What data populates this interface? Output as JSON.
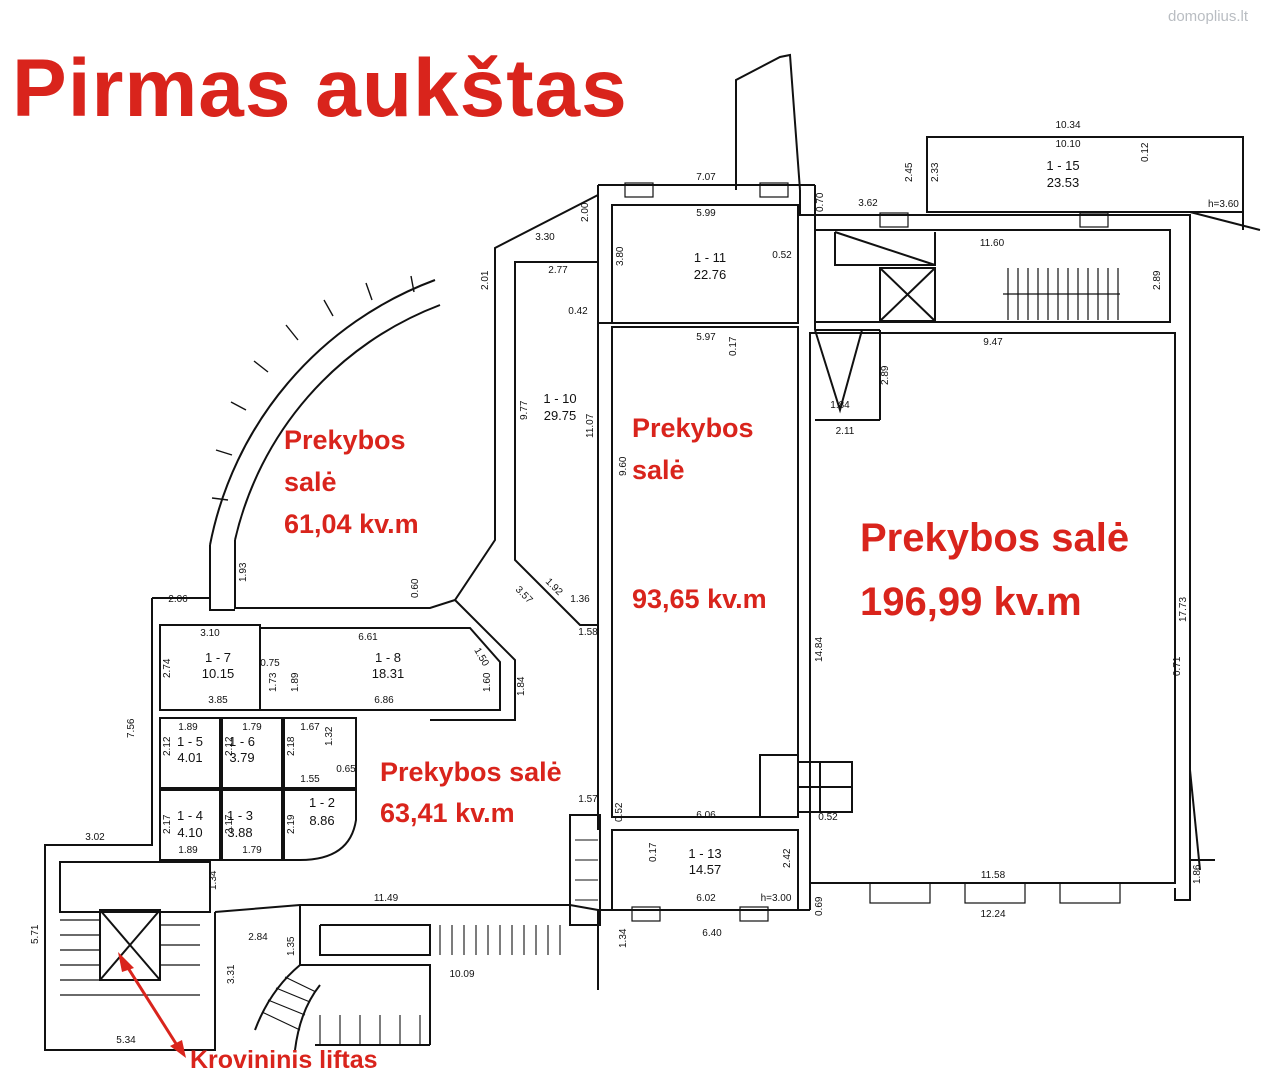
{
  "title": "Pirmas aukštas",
  "watermark": "domoplius.lt",
  "accent_color": "#d9241c",
  "labels": {
    "hall_61_name": "Prekybos",
    "hall_61_name2": "salė",
    "hall_61_area": "61,04 kv.m",
    "hall_93_name": "Prekybos",
    "hall_93_name2": "salė",
    "hall_93_area": "93,65 kv.m",
    "hall_196_name": "Prekybos salė",
    "hall_196_area": "196,99 kv.m",
    "hall_63_name": "Prekybos salė",
    "hall_63_area": "63,41 kv.m",
    "lift": "Krovininis liftas"
  },
  "rooms": [
    {
      "id": "1 - 15",
      "area": "23.53"
    },
    {
      "id": "1 - 11",
      "area": "22.76"
    },
    {
      "id": "1 - 10",
      "area": "29.75"
    },
    {
      "id": "1 - 7",
      "area": "10.15"
    },
    {
      "id": "1 - 8",
      "area": "18.31"
    },
    {
      "id": "1 - 5",
      "area": "4.01"
    },
    {
      "id": "1 - 6",
      "area": "3.79"
    },
    {
      "id": "1 - 4",
      "area": "4.10"
    },
    {
      "id": "1 - 3",
      "area": "3.88"
    },
    {
      "id": "1 - 2",
      "area": "8.86"
    },
    {
      "id": "1 - 13",
      "area": "14.57"
    }
  ],
  "dimensions": [
    "10.34",
    "10.10",
    "0.12",
    "2.45",
    "2.33",
    "h=3.60",
    "7.07",
    "0.70",
    "3.62",
    "5.99",
    "2.00",
    "3.30",
    "3.80",
    "0.52",
    "11.60",
    "2.89",
    "2.01",
    "2.77",
    "0.42",
    "5.97",
    "0.17",
    "9.47",
    "2.89",
    "1.84",
    "2.11",
    "9.77",
    "11.07",
    "9.60",
    "1.92",
    "3.57",
    "1.36",
    "1.58",
    "17.73",
    "0.71",
    "14.84",
    "1.93",
    "2.06",
    "0.60",
    "3.10",
    "6.61",
    "1.50",
    "2.74",
    "0.75",
    "1.73",
    "1.89",
    "1.60",
    "1.84",
    "3.85",
    "6.86",
    "7.56",
    "1.89",
    "1.79",
    "1.67",
    "1.32",
    "2.12",
    "2.12",
    "2.18",
    "0.65",
    "1.55",
    "1.57",
    "0.52",
    "6.06",
    "0.52",
    "2.17",
    "2.17",
    "2.19",
    "1.89",
    "1.79",
    "3.02",
    "0.17",
    "2.42",
    "h=3.00",
    "11.58",
    "1.86",
    "6.02",
    "6.40",
    "0.69",
    "12.24",
    "1.34",
    "11.49",
    "5.71",
    "2.84",
    "1.35",
    "3.31",
    "1.34",
    "10.09",
    "5.34"
  ]
}
